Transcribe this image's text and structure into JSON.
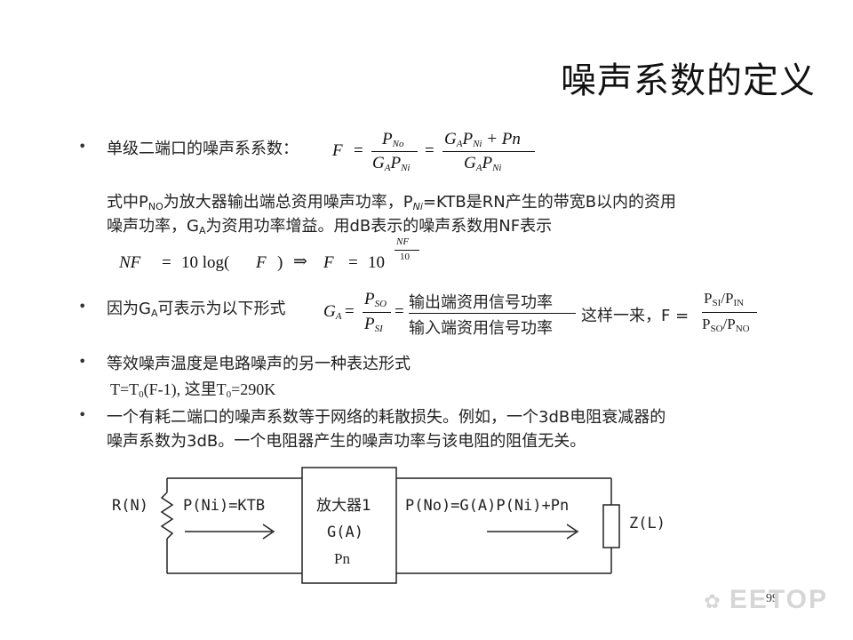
{
  "title": "噪声系数的定义",
  "bullet_symbol": "•",
  "b1": {
    "label": "单级二端口的噪声系系数：",
    "f_lhs": "F",
    "eq": "=",
    "num1": "P",
    "num1_sub": "No",
    "den1a": "G",
    "den1a_sub": "A",
    "den1b": "P",
    "den1b_sub": "Ni",
    "num2a": "G",
    "num2a_sub": "A",
    "num2b": "P",
    "num2b_sub": "Ni",
    "num2c": " + Pn",
    "den2a": "G",
    "den2a_sub": "A",
    "den2b": "P",
    "den2b_sub": "Ni"
  },
  "desc1": {
    "l1_a": "式中P",
    "l1_sub1": "NO",
    "l1_b": "为放大器输出端总资用噪声功率，P",
    "l1_sub2": "Ni",
    "l1_c": "=KTB是RN产生的带宽B以内的资用",
    "l2_a": "噪声功率，G",
    "l2_sub": "A",
    "l2_b": "为资用功率增益。用dB表示的噪声系数用NF表示"
  },
  "nf_eq": {
    "nf": "NF",
    "eq1": "=",
    "ten_log": "10  log(",
    "f1": "F",
    "close": ")",
    "implies": "⇒",
    "f2": "F",
    "eq2": "=",
    "ten": "10",
    "exp_num": "NF",
    "exp_den": "10"
  },
  "b2": {
    "label_a": "因为G",
    "label_sub": "A",
    "label_b": "可表示为以下形式",
    "ga": "G",
    "ga_sub": "A",
    "eq": "=",
    "pso": "P",
    "pso_sub": "SO",
    "psi": "P",
    "psi_sub": "SI",
    "eq2": "=",
    "out_text": "输出端资用信号功率",
    "in_text": "输入端资用信号功率",
    "tail": "这样一来，F =",
    "fnum": "P",
    "fnum_sub1": "SI",
    "fnum_mid": "/P",
    "fnum_sub2": "IN",
    "fden": "P",
    "fden_sub1": "SO",
    "fden_mid": "/P",
    "fden_sub2": "NO"
  },
  "b3": {
    "label": "等效噪声温度是电路噪声的另一种表达形式",
    "line2_a": "T=T",
    "line2_sub1": "0",
    "line2_b": "(F-1),  这里T",
    "line2_sub2": "0",
    "line2_c": "=290K"
  },
  "b4": {
    "line1": "一个有耗二端口的噪声系数等于网络的耗散损失。例如，一个3dB电阻衰减器的",
    "line2": "噪声系数为3dB。一个电阻器产生的噪声功率与该电阻的阻值无关。"
  },
  "diagram": {
    "rn": "R(N)",
    "pni": "P(Ni)=KTB",
    "amp1": "放大器1",
    "amp2": "G(A)",
    "amp3": "Pn",
    "pno": "P(No)=G(A)P(Ni)+Pn",
    "zl": "Z(L)"
  },
  "watermark": "EETOP",
  "page_number": "99"
}
